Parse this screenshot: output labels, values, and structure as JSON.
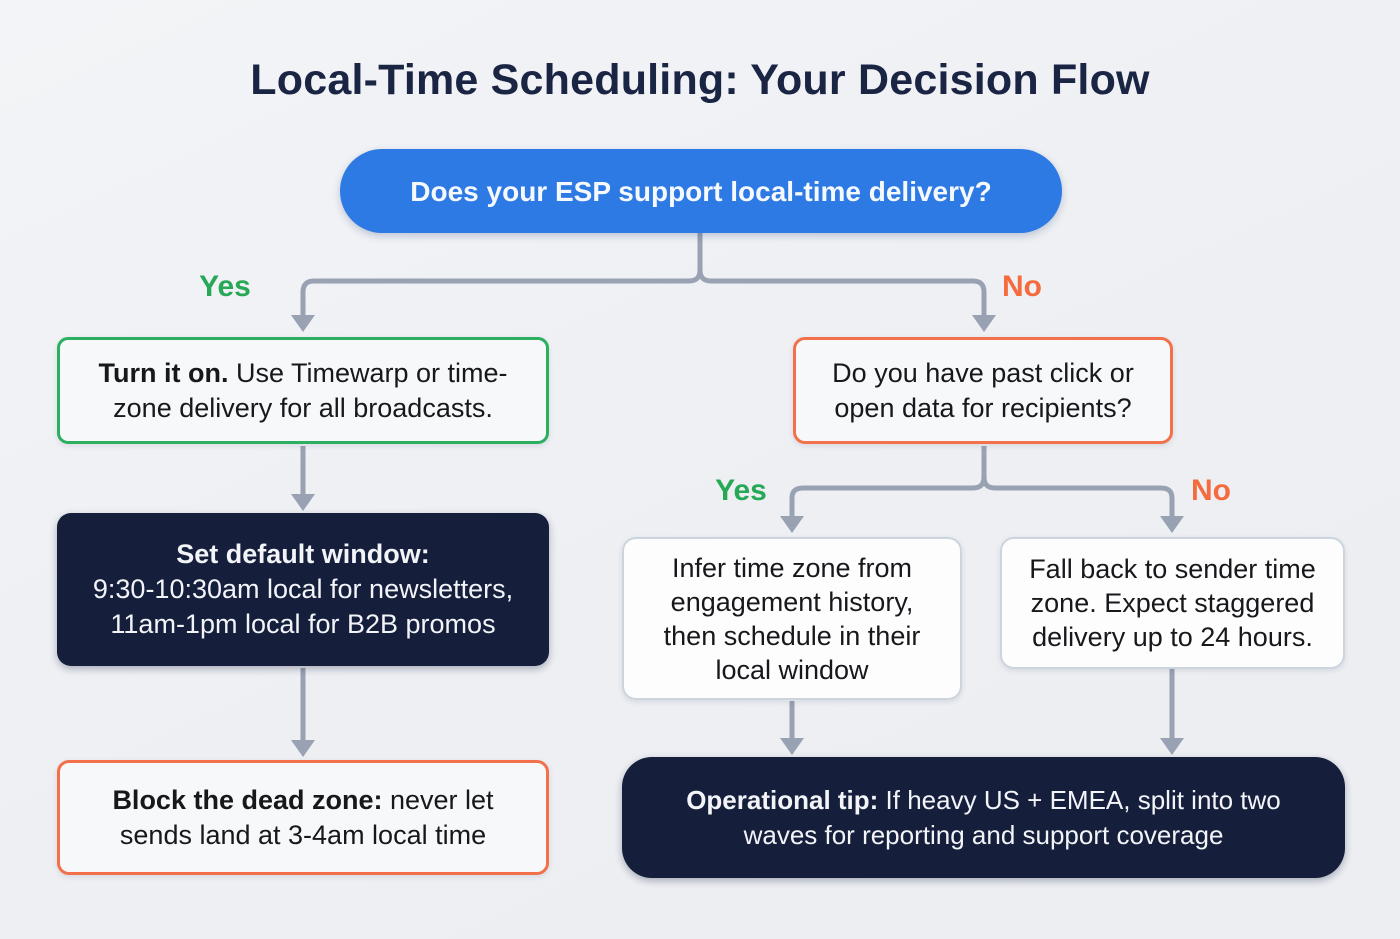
{
  "title": "Local-Time Scheduling: Your Decision Flow",
  "root": {
    "question": "Does your ESP support local-time delivery?"
  },
  "labels": {
    "esp_yes": "Yes",
    "esp_no": "No",
    "data_yes": "Yes",
    "data_no": "No"
  },
  "nodes": {
    "turn_on": {
      "lead": "Turn it on.",
      "line1_rest": " Use Timewarp or time-",
      "line2": "zone delivery for all broadcasts."
    },
    "default_window": {
      "lead": "Set default window:",
      "line2": "9:30-10:30am local for newsletters,",
      "line3": "11am-1pm local for B2B promos"
    },
    "dead_zone": {
      "lead": "Block the dead zone:",
      "line1_rest": " never let",
      "line2": "sends land at 3-4am local time"
    },
    "past_data": {
      "line1": "Do you have past click or",
      "line2": "open data for recipients?"
    },
    "infer": {
      "line1": "Infer time zone from",
      "line2": "engagement history,",
      "line3": "then schedule in their",
      "line4": "local window"
    },
    "fallback": {
      "line1": "Fall back to sender time",
      "line2": "zone. Expect staggered",
      "line3": "delivery up to 24 hours."
    },
    "op_tip": {
      "lead": "Operational tip:",
      "line1_rest": " If heavy US + EMEA, split into two",
      "line2": "waves for reporting and support coverage"
    }
  },
  "colors": {
    "accent_blue": "#2d7ae4",
    "yes_green": "#27a857",
    "no_orange": "#f2714a",
    "navy": "#151f3c",
    "arrow_gray": "#98a2b2",
    "background": "#eef0f3"
  }
}
